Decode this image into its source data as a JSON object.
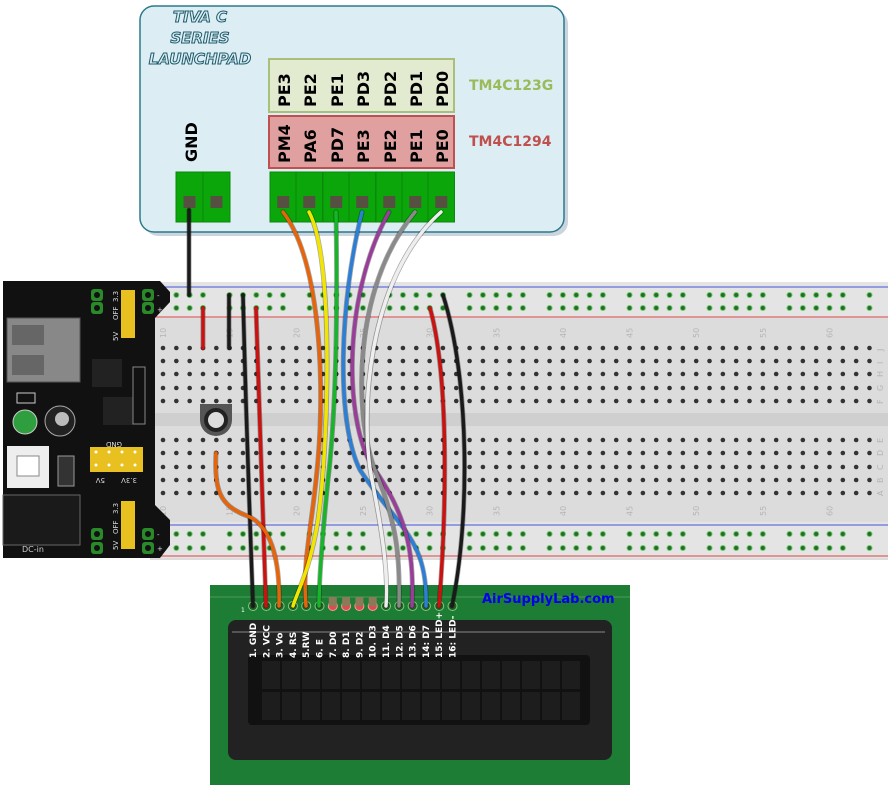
{
  "launchpad": {
    "title_lines": [
      "TIVA C",
      "SERIES",
      "LAUNCHPAD"
    ],
    "gnd_label": "GND",
    "board_a": {
      "name": "TM4C123G",
      "color": "#9bba5a",
      "pins": [
        "PE3",
        "PE2",
        "PE1",
        "PD3",
        "PD2",
        "PD1",
        "PD0"
      ]
    },
    "board_b": {
      "name": "TM4C1294",
      "color": "#c0504d",
      "pins": [
        "PM4",
        "PA6",
        "PD7",
        "PE3",
        "PE2",
        "PE1",
        "PE0"
      ]
    }
  },
  "power_supply": {
    "top_jumper_labels": [
      "OFF",
      "3.3",
      "5V"
    ],
    "bottom_jumper_labels": [
      "5V",
      "OFF",
      "3.3"
    ],
    "header_label": "GND",
    "rail_labels": [
      "5V",
      "3.3V"
    ],
    "dc_label": "DC-in",
    "rail_signs": [
      "-",
      "+"
    ]
  },
  "breadboard": {
    "column_numbers": [
      "10",
      "15",
      "20",
      "25",
      "30",
      "35",
      "40",
      "45",
      "50",
      "55",
      "60"
    ],
    "row_letters_top": [
      "J",
      "I",
      "H",
      "G",
      "F"
    ],
    "row_letters_bottom": [
      "E",
      "D",
      "C",
      "B",
      "A"
    ]
  },
  "lcd": {
    "brand": "AirSupplyLab.com",
    "brand_color": "#0000ee",
    "pin1_marker": "1",
    "pins": [
      "1. GND",
      "2. VCC",
      "3. Vo",
      "4. RS",
      "5.RW",
      "6. E",
      "7. D0",
      "8. D1",
      "9. D2",
      "10. D3",
      "11. D4",
      "12. D5",
      "13. D6",
      "14: D7",
      "15: LED+",
      "16: LED-"
    ]
  },
  "wire_colors": {
    "orange": "#e8640a",
    "yellow": "#f2e600",
    "green": "#17b52a",
    "blue": "#2b7fd6",
    "purple": "#9a3d9a",
    "gray": "#8a8a8a",
    "white": "#eeeeee",
    "red": "#cc1111",
    "black": "#1a1a1a"
  }
}
